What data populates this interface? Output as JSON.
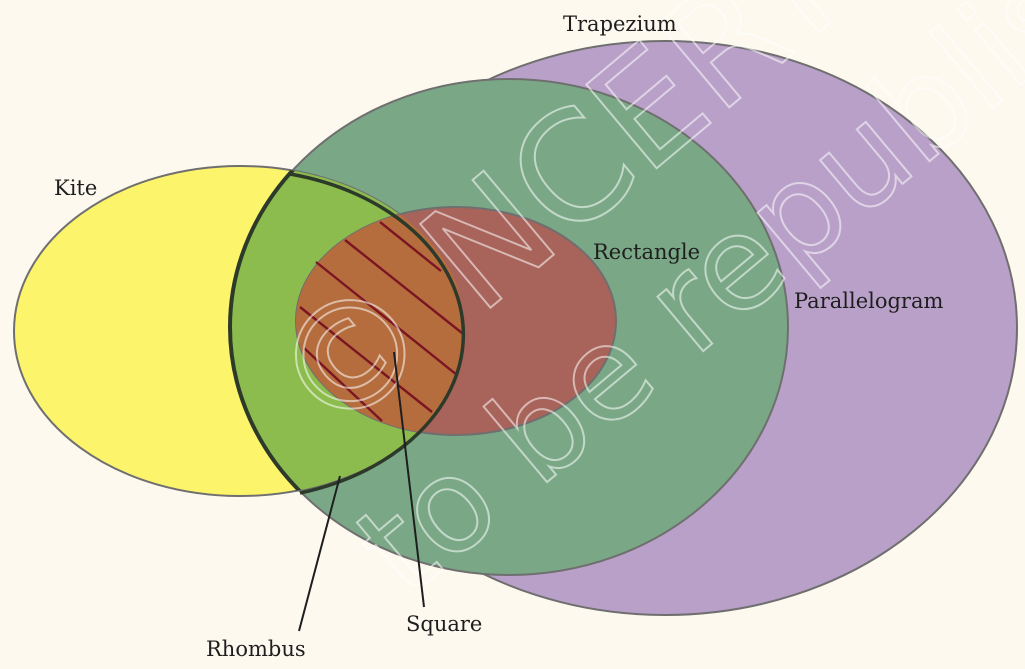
{
  "labels": {
    "trapezium": "Trapezium",
    "kite": "Kite",
    "rectangle": "Rectangle",
    "parallelogram": "Parallelogram",
    "square": "Square",
    "rhombus": "Rhombus"
  },
  "watermark": {
    "line1": "© NCERT",
    "line2": "to be republished"
  },
  "colors": {
    "background": "#fdf9ef",
    "trapezium": "#b9a0c8",
    "parallelogram": "#7aa886",
    "kite": "#fcf46b",
    "kite_rhombus_overlap": "#8cbc4d",
    "rectangle": "#a8635a",
    "square": "#b56d3e",
    "hatch": "#7b1522",
    "outline": "#6f6f6f",
    "rhombus_outline": "#2d3a2a"
  }
}
